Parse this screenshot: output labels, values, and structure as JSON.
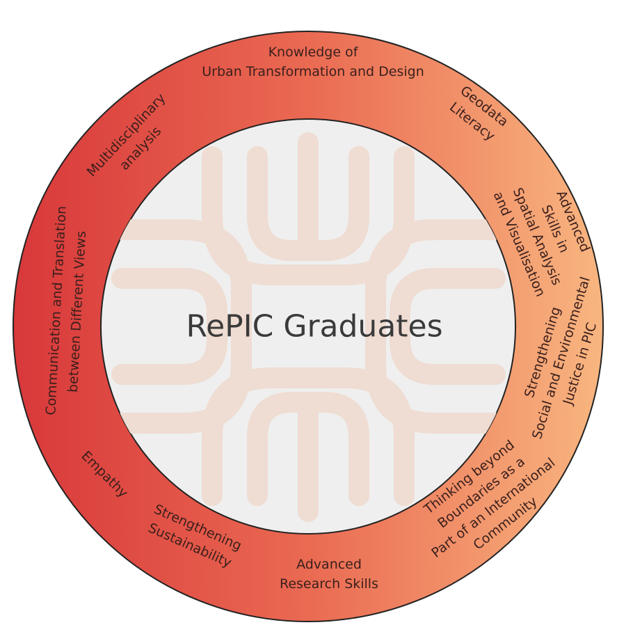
{
  "center_title": "RePIC Graduates",
  "ring_items": [
    {
      "id": "urban",
      "lines": [
        "Knowledge of",
        "Urban Transformation and Design"
      ]
    },
    {
      "id": "geodata",
      "lines": [
        "Geodata",
        "Literacy"
      ]
    },
    {
      "id": "spatial",
      "lines": [
        "Advanced",
        "Skills in",
        "Spatial Analysis",
        "and Visualisation"
      ]
    },
    {
      "id": "justice",
      "lines": [
        "Strengthening",
        "Social and Environmental",
        "Justice in PIC"
      ]
    },
    {
      "id": "boundaries",
      "lines": [
        "Thinking beyond",
        "Boundaries as a",
        "Part of an International",
        "Community"
      ]
    },
    {
      "id": "research",
      "lines": [
        "Advanced",
        "Research Skills"
      ]
    },
    {
      "id": "sustainability",
      "lines": [
        "Strengthening",
        "Sustainability"
      ]
    },
    {
      "id": "empathy",
      "lines": [
        "Empathy"
      ]
    },
    {
      "id": "communication",
      "lines": [
        "Communication and Translation",
        "between Different Views"
      ]
    },
    {
      "id": "multidisciplinary",
      "lines": [
        "Multidisciplinary",
        "analysis"
      ]
    }
  ],
  "colors": {
    "ring_left": "#d8383a",
    "ring_mid": "#ea6a52",
    "ring_right": "#f8b680",
    "ring_outline": "#222222",
    "inner_fill": "#efefef",
    "watermark": "#efdcd2",
    "label_text": "#3a1f1c",
    "title_text": "#3a3a3a"
  },
  "icons": {
    "watermark": "repic-logo-watermark"
  }
}
